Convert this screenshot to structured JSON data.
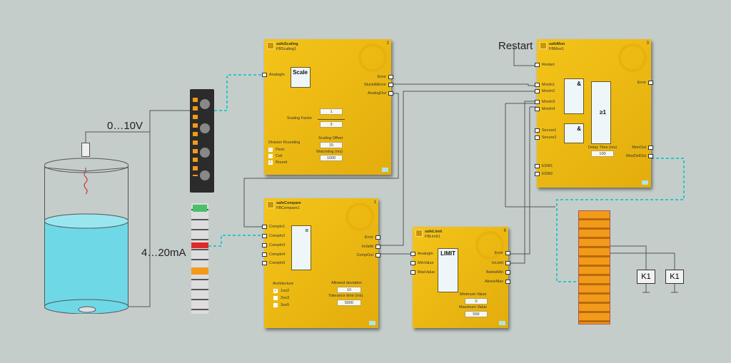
{
  "labels": {
    "restart": "Restart",
    "voltage": "0…10V",
    "current": "4…20mA",
    "k1a": "K1",
    "k1b": "K1"
  },
  "scaling": {
    "type": "safeScaling",
    "name": "FBScaling1",
    "num": "2",
    "inner": "Scale",
    "inputs": [
      "AnalogIn"
    ],
    "outputs": [
      "Error",
      "StuckAtError",
      "AnalogOut"
    ],
    "scaling_factor_label": "Scaling Factor",
    "factor_num": "1",
    "factor_den": "3",
    "rounding_label": "Division Rounding",
    "rounding": [
      {
        "label": "Floor",
        "checked": false
      },
      {
        "label": "Ceil",
        "checked": false
      },
      {
        "label": "Round",
        "checked": true
      }
    ],
    "offset_label": "Scaling Offset",
    "offset": "15",
    "watchdog_label": "Watchdog (ms)",
    "watchdog": "1000"
  },
  "mon": {
    "type": "safeMon",
    "name": "FBMon1",
    "num": "3",
    "and1": "&",
    "and2": "&",
    "or": "≥1",
    "inputs": [
      "Restart",
      "MonIn1",
      "MonIn2",
      "MonIn3",
      "MonIn4",
      "Secure1",
      "Secure2",
      "EDM1",
      "EDM2"
    ],
    "outputs": [
      "Error",
      "MonOut",
      "MonDelOut"
    ],
    "delay_label": "Delay Time (ms)",
    "delay": "100"
  },
  "compare": {
    "type": "safeCompare",
    "name": "FBCompare1",
    "num": "1",
    "inner": "=",
    "inputs": [
      "CompIn1",
      "CompIn2",
      "CompIn3",
      "CompIn4",
      "CompIn5"
    ],
    "outputs": [
      "Error",
      "IsValid",
      "CompOut"
    ],
    "arch_label": "Architecture",
    "arch": [
      {
        "label": "1oo2",
        "checked": true
      },
      {
        "label": "2oo3",
        "checked": false
      },
      {
        "label": "3oo5",
        "checked": false
      }
    ],
    "dev_label": "Allowed deviation",
    "dev": "10",
    "tol_label": "Tolerance time (ms)",
    "tol": "5000"
  },
  "limit": {
    "type": "safeLimit",
    "name": "FBLimit1",
    "num": "6",
    "inner": "LIMIT",
    "inputs": [
      "AnalogIn",
      "MinValue",
      "MaxValue"
    ],
    "outputs": [
      "Error",
      "InLimit",
      "BelowMin",
      "AboveMax"
    ],
    "min_label": "Minimum Value",
    "min": "0",
    "max_label": "Maximum Value",
    "max": "500"
  }
}
